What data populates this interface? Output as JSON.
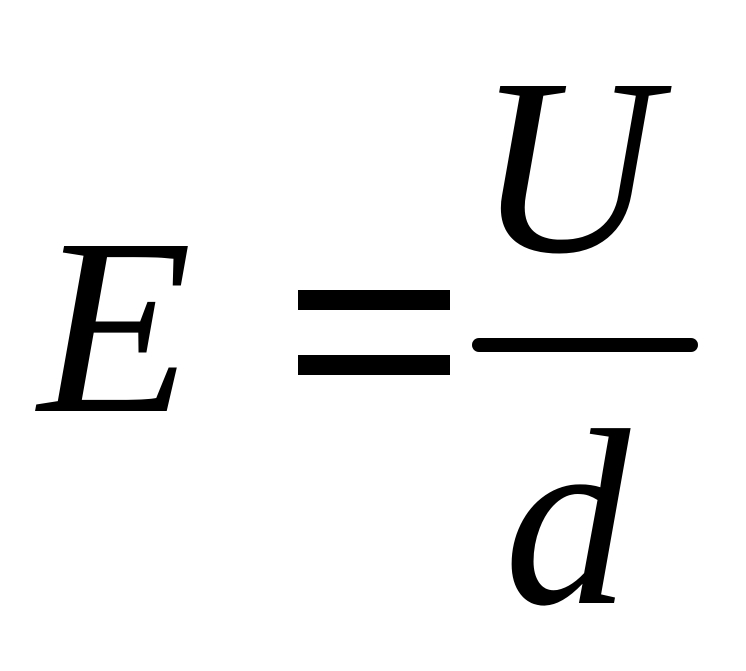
{
  "formula": {
    "lhs": "E",
    "operator": "=",
    "numerator": "U",
    "denominator": "d"
  }
}
